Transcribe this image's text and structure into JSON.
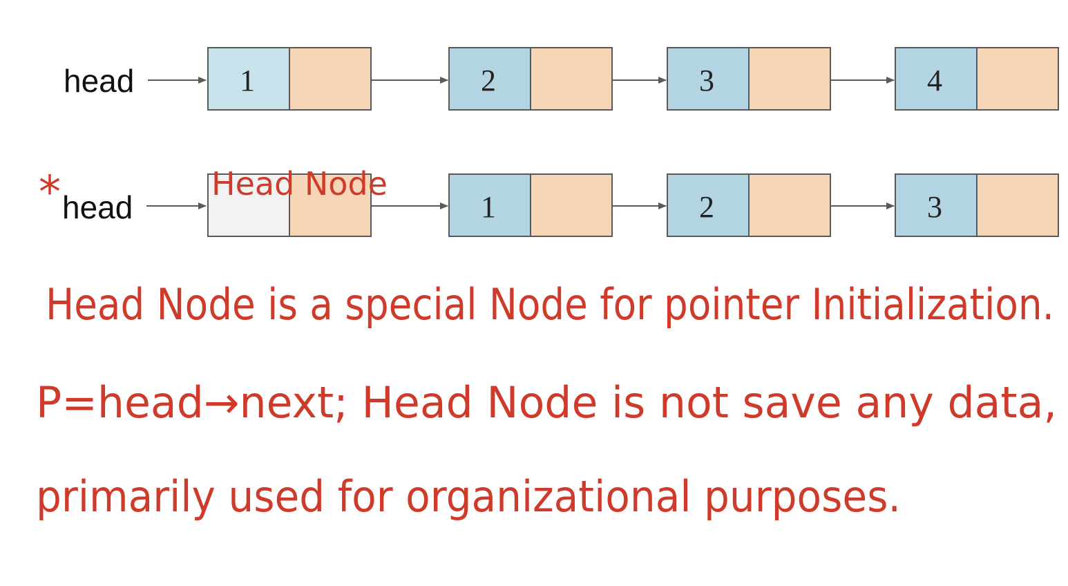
{
  "colors": {
    "data_cell": "#c5e0ea",
    "data_cell_alt": "#b3d4e2",
    "pointer_cell": "#f6d6b7",
    "head_cell": "#f2f2f2",
    "border": "#595959",
    "arrow": "#5a5a5a",
    "handwriting": "#cf3b2b"
  },
  "list_without_head_node": {
    "pointer_label": "head",
    "nodes": [
      "1",
      "2",
      "3",
      "4"
    ]
  },
  "list_with_head_node": {
    "asterisk": "*",
    "pointer_label": "head",
    "head_node_label": "Head Node",
    "nodes": [
      "1",
      "2",
      "3"
    ]
  },
  "notes": {
    "line1": "Head Node is a special Node for pointer Initialization.",
    "line2": "P=head→next; Head Node is not save any data,",
    "line3": "primarily used for organizational purposes."
  }
}
